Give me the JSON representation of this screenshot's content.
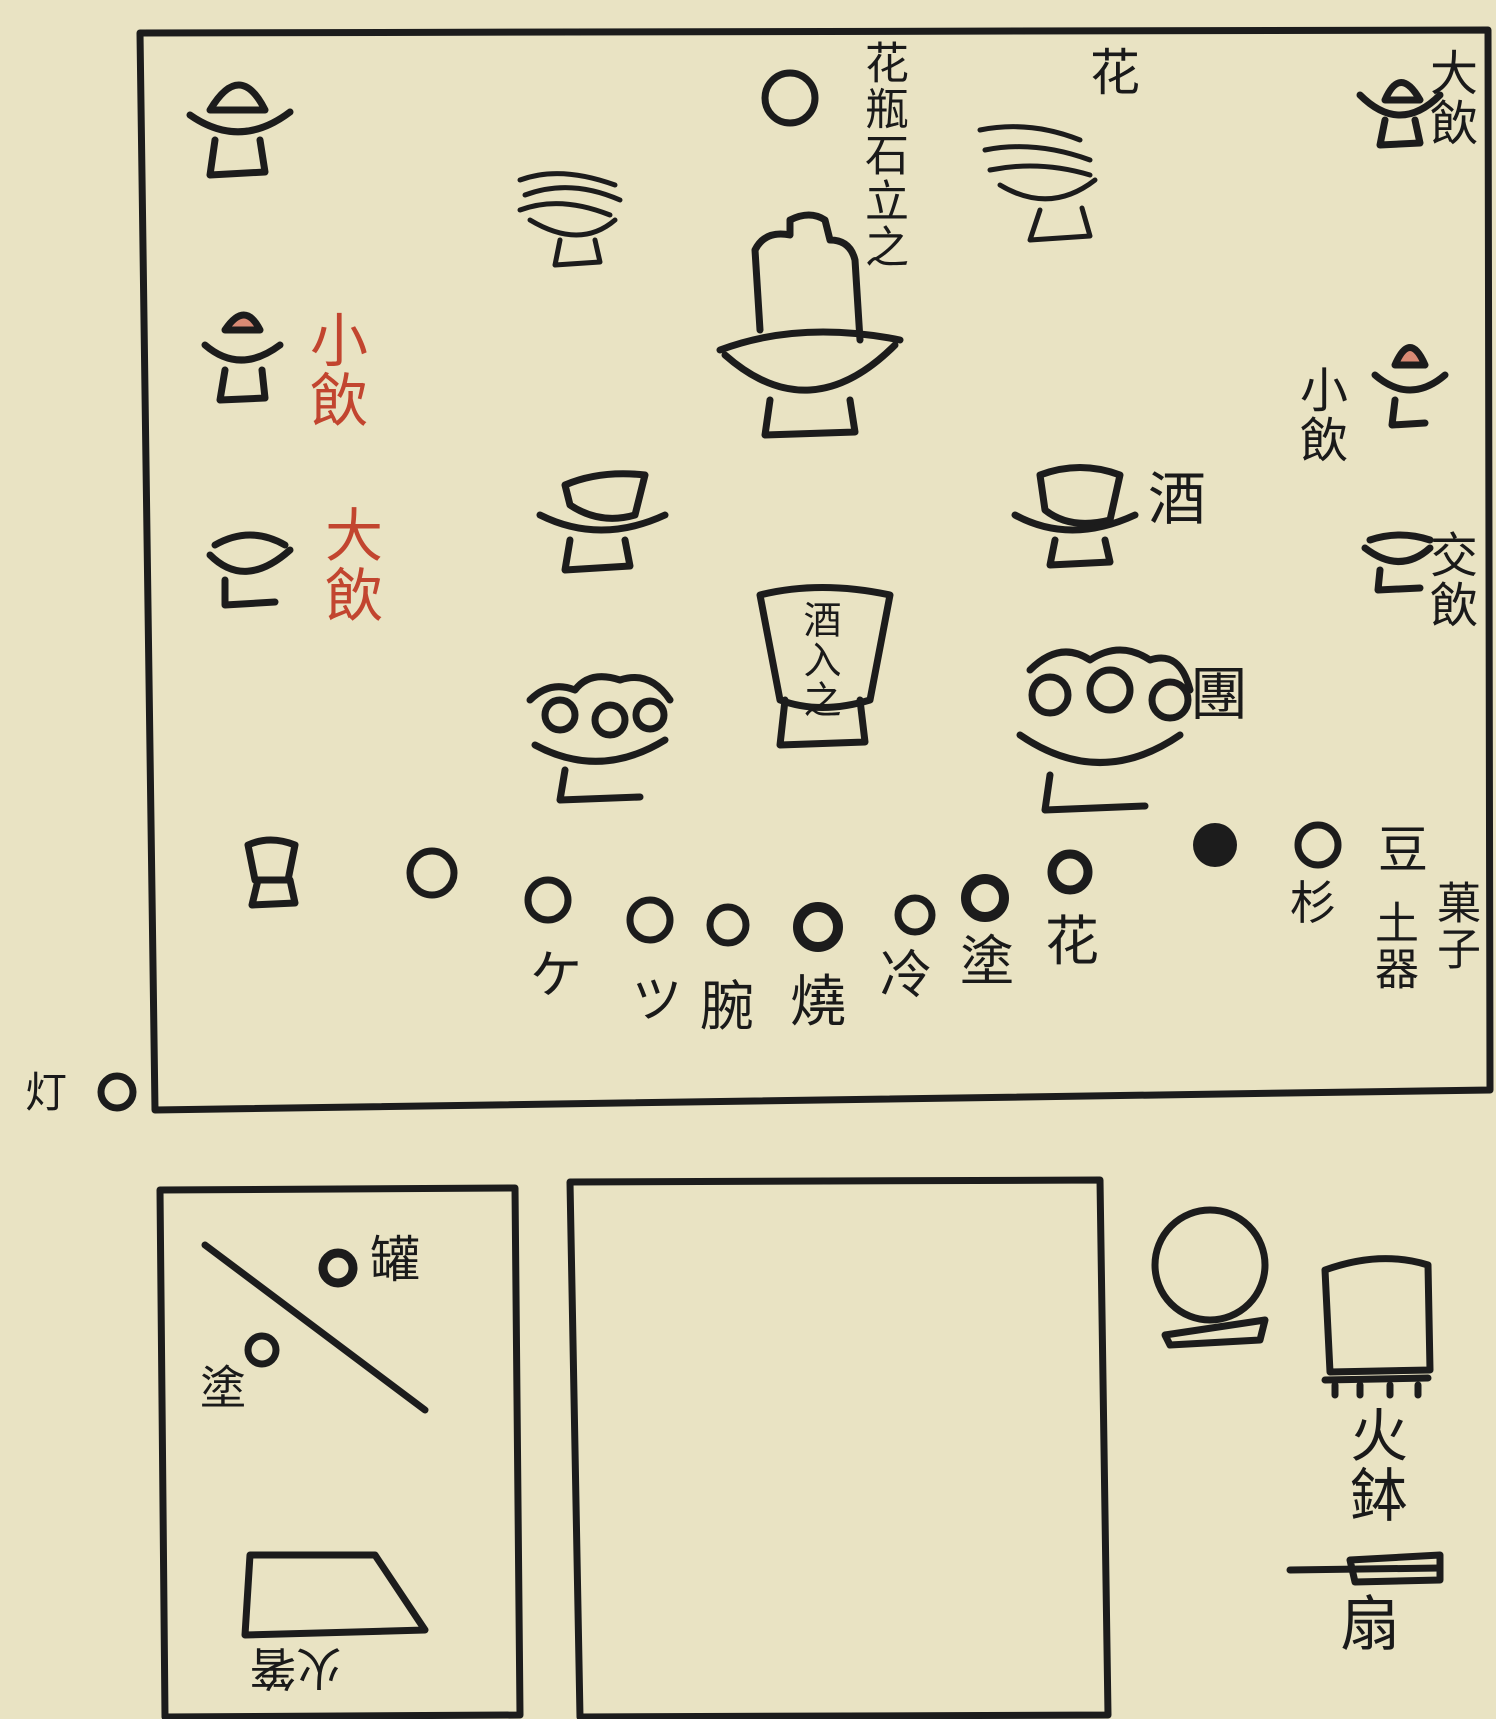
{
  "colors": {
    "paper": "#e9e3c3",
    "ink": "#1c1c1c",
    "red_ink": "#c2452f"
  },
  "labels": {
    "vase_stone": "花瓶石立之",
    "top_flower": "花",
    "left_small_drink": "小飲",
    "left_large_drink": "大飲",
    "right_large_drink": "大飲",
    "right_small_drink": "小飲",
    "right_other_drink": "交飲",
    "sake": "酒",
    "dumplings": "團",
    "center_jar": "酒入之",
    "row_ke": "ケ",
    "row_tsu": "ツ",
    "row_nimono": "腕",
    "row_yaki": "燒",
    "row_hiya": "冷",
    "row_nuri": "塗",
    "row_hana": "花",
    "row_sugi": "杉",
    "row_mame": "豆",
    "row_kashi": "菓子",
    "row_doki": "土器",
    "lamp": "灯",
    "brazier": "火鉢",
    "fan": "扇",
    "left_box_upper": "罐",
    "left_box_mid": "塗",
    "left_box_tray": "火箸"
  }
}
